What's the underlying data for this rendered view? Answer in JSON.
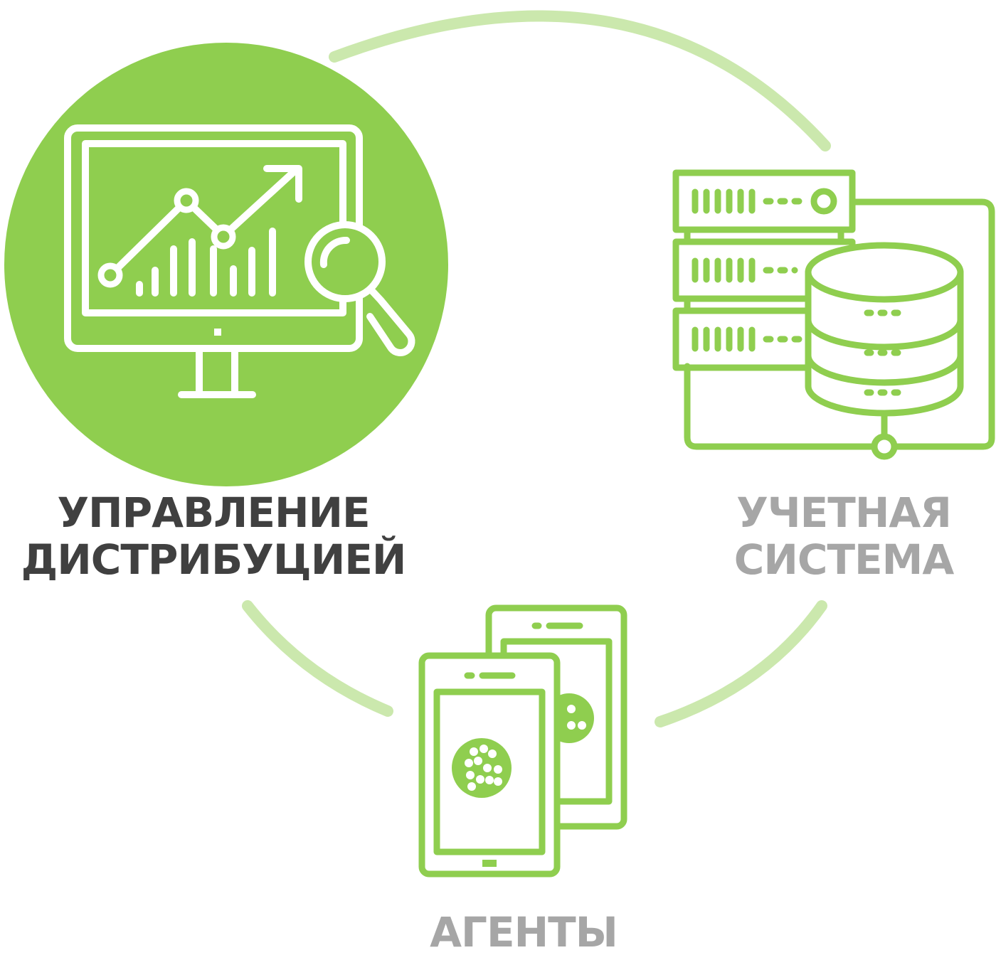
{
  "nodes": {
    "management": {
      "line1": "УПРАВЛЕНИЕ",
      "line2": "ДИСТРИБУЦИЕЙ",
      "icon": "monitor-analytics-icon",
      "color": "#404040"
    },
    "accounting": {
      "line1": "УЧЕТНАЯ",
      "line2": "СИСТЕМА",
      "icon": "server-database-icon",
      "color": "#a6a6a6"
    },
    "agents": {
      "label": "АГЕНТЫ",
      "icon": "tablets-icon",
      "color": "#a6a6a6"
    }
  },
  "colors": {
    "green": "#8fce4f",
    "connector": "#cbe8ad",
    "dark_text": "#404040",
    "gray_text": "#a6a6a6"
  }
}
